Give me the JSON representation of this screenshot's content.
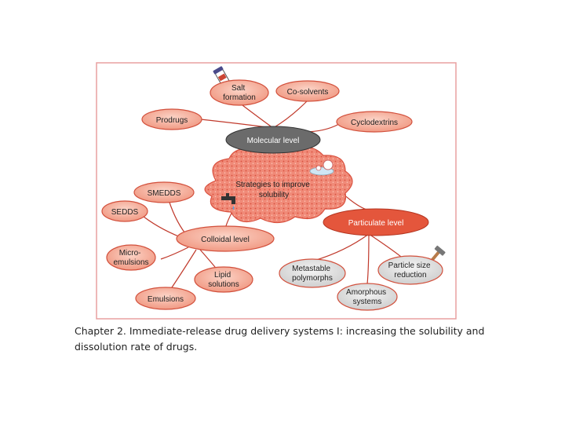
{
  "nodes": {
    "center": [
      "Strategies to improve",
      "solubility"
    ],
    "molecular": [
      "Molecular level"
    ],
    "particulate": [
      "Particulate level"
    ],
    "colloidal": [
      "Colloidal level"
    ],
    "salt": [
      "Salt",
      "formation"
    ],
    "cosolvents": [
      "Co-solvents"
    ],
    "prodrugs": [
      "Prodrugs"
    ],
    "cyclodextrins": [
      "Cyclodextrins"
    ],
    "smedds": [
      "SMEDDS"
    ],
    "sedds": [
      "SEDDS"
    ],
    "microemulsions": [
      "Micro-",
      "emulsions"
    ],
    "lipid": [
      "Lipid",
      "solutions"
    ],
    "emulsions": [
      "Emulsions"
    ],
    "metastable": [
      "Metastable",
      "polymorphs"
    ],
    "amorphous": [
      "Amorphous",
      "systems"
    ],
    "particlesize": [
      "Particle size",
      "reduction"
    ]
  },
  "caption": "Chapter 2. Immediate-release drug delivery systems I: increasing the solubility and dissolution rate of drugs.",
  "colors": {
    "frame": "#e8a0a0",
    "bubble_fill": "#f4a08a",
    "bubble_stroke": "#d2503c",
    "molecular_fill": "#6b6b6b",
    "particulate_fill": "#e4563c",
    "line": "#c0392b",
    "grey_bubble": "#d9d9d9"
  }
}
